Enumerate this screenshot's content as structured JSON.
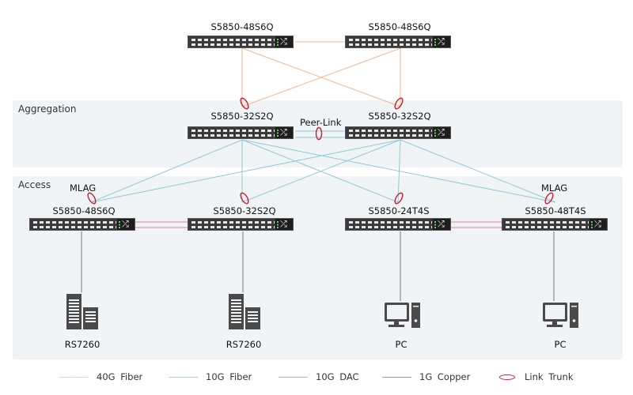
{
  "zones": {
    "aggregation": "Aggregation",
    "access": "Access"
  },
  "colors": {
    "fiber40g": "#f5b48a",
    "fiber10g": "#8ec9d6",
    "dac10g": "#e8808e",
    "copper1g": "#a0a0a0",
    "link_trunk": "#c8202a",
    "switch_body": "#3a3a3a",
    "zone_bg": "#f1f4f7"
  },
  "switches": {
    "core_left": "S5850-48S6Q",
    "core_right": "S5850-48S6Q",
    "agg_left": "S5850-32S2Q",
    "agg_right": "S5850-32S2Q",
    "acc_1": "S5850-48S6Q",
    "acc_2": "S5850-32S2Q",
    "acc_3": "S5850-24T4S",
    "acc_4": "S5850-48T4S"
  },
  "annotations": {
    "peer_link": "Peer-Link",
    "mlag_left": "MLAG",
    "mlag_right": "MLAG"
  },
  "devices": [
    {
      "type": "server-icon",
      "label": "RS7260"
    },
    {
      "type": "server-icon",
      "label": "RS7260"
    },
    {
      "type": "pc-icon",
      "label": "PC"
    },
    {
      "type": "pc-icon",
      "label": "PC"
    }
  ],
  "legend": [
    {
      "label": "40G  Fiber",
      "kind": "line",
      "color_key": "fiber40g"
    },
    {
      "label": "10G  Fiber",
      "kind": "line",
      "color_key": "fiber10g"
    },
    {
      "label": "10G DAC",
      "kind": "line",
      "color_key": "dac10g"
    },
    {
      "label": "1G  Copper",
      "kind": "line",
      "color_key": "copper1g"
    },
    {
      "label": "Link Trunk",
      "kind": "ellipse",
      "color_key": "link_trunk"
    }
  ]
}
